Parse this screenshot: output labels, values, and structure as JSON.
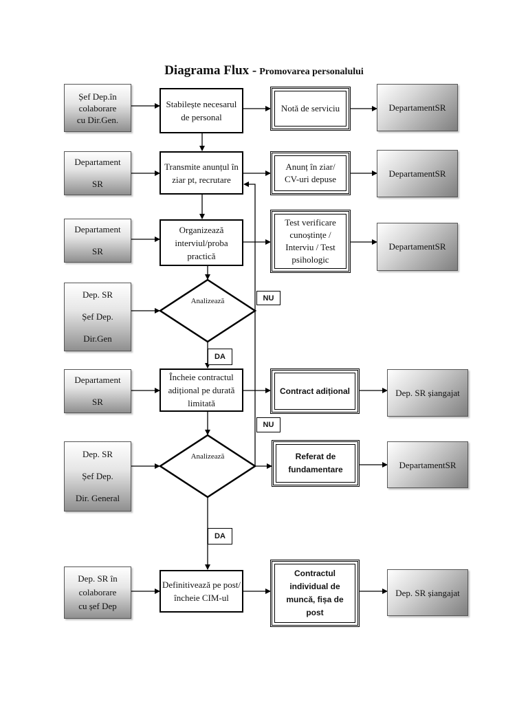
{
  "title": {
    "main": "Diagrama Flux -",
    "sub": "Promovarea personalului"
  },
  "actors": [
    "Șef Dep.în colaborare cu Dir.Gen.",
    "Departament SR",
    "Departament SR",
    "Dep. SR Șef Dep. Dir.Gen",
    "Departament SR",
    "Dep. SR Șef Dep. Dir. General",
    "Dep. SR în colaborare cu șef Dep"
  ],
  "actor_lines": [
    [
      "Șef Dep.în",
      "colaborare",
      "cu Dir.Gen."
    ],
    [
      "Departament",
      "SR"
    ],
    [
      "Departament",
      "SR"
    ],
    [
      "Dep. SR",
      "Șef Dep.",
      "Dir.Gen"
    ],
    [
      "Departament",
      "SR"
    ],
    [
      "Dep. SR",
      "Șef Dep.",
      "Dir. General"
    ],
    [
      "Dep. SR în",
      "colaborare",
      "cu șef Dep"
    ]
  ],
  "processes": {
    "p1": "Stabilește necesarul de personal",
    "p2": "Transmite anunțul în ziar pt, recrutare",
    "p3": "Organizează interviul/proba practică",
    "p4": "Încheie contractul adițional pe durată limitată",
    "p5": "Definitivează pe post/încheie CIM-ul"
  },
  "decisions": {
    "d1": "Analizează",
    "d2": "Analizează"
  },
  "documents": {
    "doc1": "Notă de serviciu",
    "doc2": "Anunț în ziar/ CV-uri depuse",
    "doc3": "Test verificare cunoștințe / Interviu / Test psihologic",
    "doc4": "Contract adițional",
    "doc5": "Referat de fundamentare",
    "doc6": "Contractul individual de muncă, fișa de post"
  },
  "outputs": [
    "Departament SR",
    "Departament SR",
    "Departament SR",
    "Dep. SR și angajat",
    "Departament SR",
    "Dep. SR și angajat"
  ],
  "output_lines": [
    [
      "Departament",
      "SR"
    ],
    [
      "Departament",
      "SR"
    ],
    [
      "Departament",
      "SR"
    ],
    [
      "Dep. SR și",
      "angajat"
    ],
    [
      "Departament",
      "SR"
    ],
    [
      "Dep. SR și",
      "angajat"
    ]
  ],
  "labels": {
    "nu1": "NU",
    "nu2": "NU",
    "da1": "DA",
    "da2": "DA"
  }
}
